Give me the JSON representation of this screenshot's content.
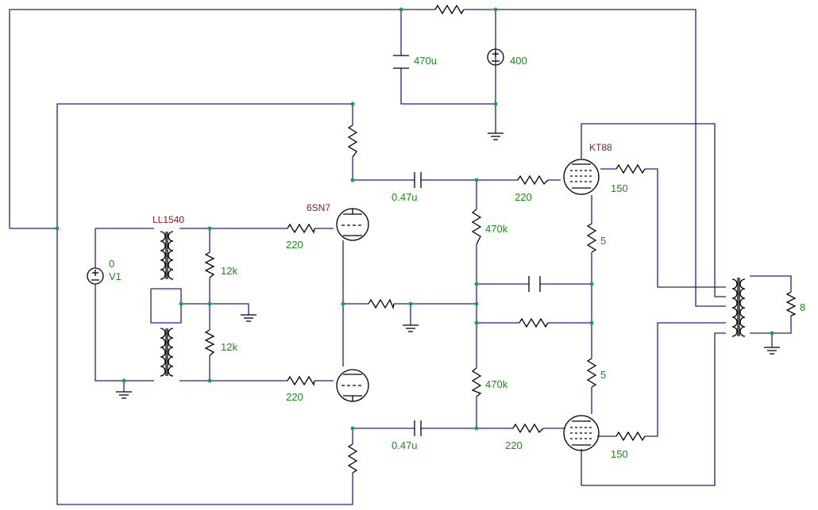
{
  "schematic": {
    "supply_cap": "470u",
    "supply_voltage": "400",
    "input_source_value": "0",
    "input_source_name": "V1",
    "input_transformer": "LL1540",
    "bias_resistor_top": "12k",
    "bias_resistor_bottom": "12k",
    "driver_tube": "6SN7",
    "grid_resistor_top": "220",
    "grid_resistor_bottom": "220",
    "coupling_cap_top": "0.47u",
    "coupling_cap_bottom": "0.47u",
    "grid_leak_top": "470k",
    "grid_leak_bottom": "470k",
    "output_grid_resistor_top": "220",
    "output_grid_resistor_bottom": "220",
    "output_tube": "KT88",
    "screen_resistor_top": "150",
    "screen_resistor_bottom": "150",
    "cathode_resistor_top": "5",
    "cathode_resistor_bottom": "5",
    "load_resistor": "8"
  },
  "colors": {
    "wire": "#1f1fa8",
    "component": "#000000",
    "value_label": "#1d8a1d",
    "name_label": "#8b1a1a",
    "node": "#16a34a"
  }
}
